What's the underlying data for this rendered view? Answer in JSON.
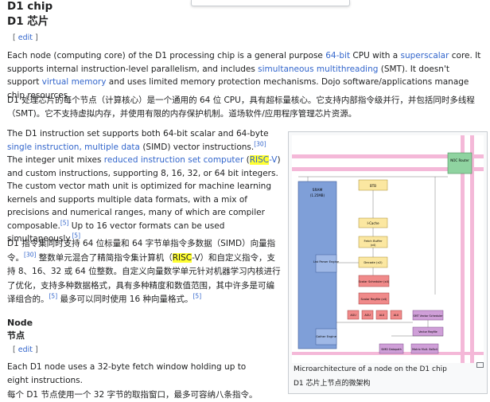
{
  "section1": {
    "title_en": "D1 chip",
    "title_zh": "D1 芯片",
    "edit_label": "edit"
  },
  "para1": {
    "t1": "Each node (computing core) of the D1 processing chip is a general purpose ",
    "link1": "64-bit",
    "t2": " CPU with a ",
    "link2": "superscalar",
    "t3": " core. It supports internal instruction-level parallelism, and includes ",
    "link3": "simultaneous multithreading",
    "t4": " (SMT). It doesn't support ",
    "link4": "virtual memory",
    "t5": " and uses limited memory protection mechanisms. Dojo software/applications manage chip resources."
  },
  "para1_zh": "D1 处理芯片的每个节点（计算核心）是一个通用的 64 位 CPU，具有超标量核心。它支持内部指令级并行，并包括同时多线程（SMT)。它不支持虚拟内存，并使用有限的内存保护机制。道场软件/应用程序管理芯片资源。",
  "para2": {
    "t1": "The D1 instruction set supports both 64-bit scalar and 64-byte ",
    "link1": "single instruction, multiple data",
    "t2": " (SIMD) vector instructions.",
    "ref1": "[30]",
    "t3": " The integer unit mixes ",
    "link2": "reduced instruction set computer",
    "t4": " (",
    "risc": "RISC",
    "link3": "-V",
    "t5": ") and custom instructions, supporting 8, 16, 32, or 64 bit integers. The custom vector math unit is optimized for machine learning kernels and supports multiple data formats, with a mix of precisions and numerical ranges, many of which are compiler composable.",
    "ref2": "[5]",
    "t6": " Up to 16 vector formats can be used simultaneously.",
    "ref3": "[5]"
  },
  "para2_zh": {
    "t1": "D1 指令集同时支持 64 位标量和 64 字节单指令多数据（SIMD）向量指令。",
    "ref1": "[30]",
    "t2": " 整数单元混合了精简指令集计算机（",
    "risc": "RISC",
    "t3": "-V）和自定义指令，支持 8、16、32 或 64 位整数。自定义向量数学单元针对机器学习内核进行了优化，支持多种数据格式，具有多种精度和数值范围，其中许多是可编译组合的。",
    "ref2": "[5]",
    "t4": " 最多可以同时使用 16 种向量格式。",
    "ref3": "[5]"
  },
  "section2": {
    "title_en": "Node",
    "title_zh": "节点",
    "edit_label": "edit"
  },
  "para3": "Each D1 node uses a 32-byte fetch window holding up to eight instructions.",
  "para3_zh": "每个 D1 节点使用一个 32 字节的取指窗口，最多可容纳八条指令。",
  "figure": {
    "caption_en": "Microarchitecture of a node on the D1 chip",
    "caption_zh": "D1 芯片上节点的微架构",
    "blocks": {
      "noc": "NOC Router",
      "sram": "SRAM",
      "sram_size": "(1.25MB)",
      "list_parser": "List Parser Engine",
      "gather": "Gather Engine",
      "btb": "BTB",
      "icache": "I-Cache",
      "fetch_buffer": "Fetch Buffer",
      "fetch_buffer_sub": "(x4)",
      "decode": "Decode (x2)",
      "scalar_sched": "Scalar Scheduler (x4)",
      "scalar_reg": "Scalar Regfile (x4)",
      "agu": "AGU",
      "alu": "ALU",
      "smt_vec": "SMT Vector Scheduler",
      "vec_reg": "Vector Regfile",
      "simd": "SIMD Datapath",
      "matrix": "Matrix Mult. 8x8x4"
    },
    "colors": {
      "pink_bus": "#f4b8d8",
      "sram": "#7f9fd8",
      "yellow": "#fbe7a1",
      "red": "#f08a8a",
      "purple": "#cf9fd8",
      "green": "#8fd3a0"
    }
  }
}
